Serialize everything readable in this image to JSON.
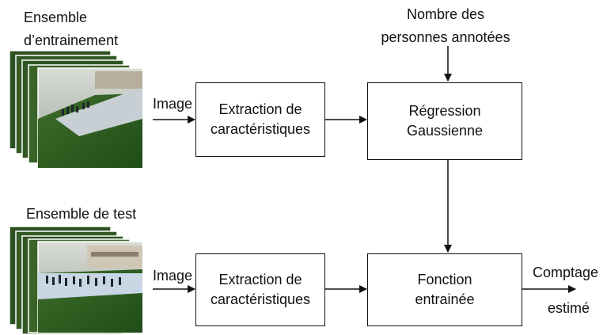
{
  "training_set": {
    "line1": "Ensemble",
    "line2": "d’entrainement"
  },
  "test_set": {
    "label": "Ensemble de test"
  },
  "annotations_input": {
    "line1": "Nombre des",
    "line2": "personnes annotées"
  },
  "image_label_top": "Image",
  "image_label_bottom": "Image",
  "feature_extraction_top": {
    "line1": "Extraction de",
    "line2": "caractéristiques"
  },
  "feature_extraction_bottom": {
    "line1": "Extraction de",
    "line2": "caractéristiques"
  },
  "gaussian_regression": {
    "line1": "Régression",
    "line2": "Gaussienne"
  },
  "trained_function": {
    "line1": "Fonction",
    "line2": "entrainée"
  },
  "output": {
    "line1": "Comptage",
    "line2": "estimé"
  }
}
